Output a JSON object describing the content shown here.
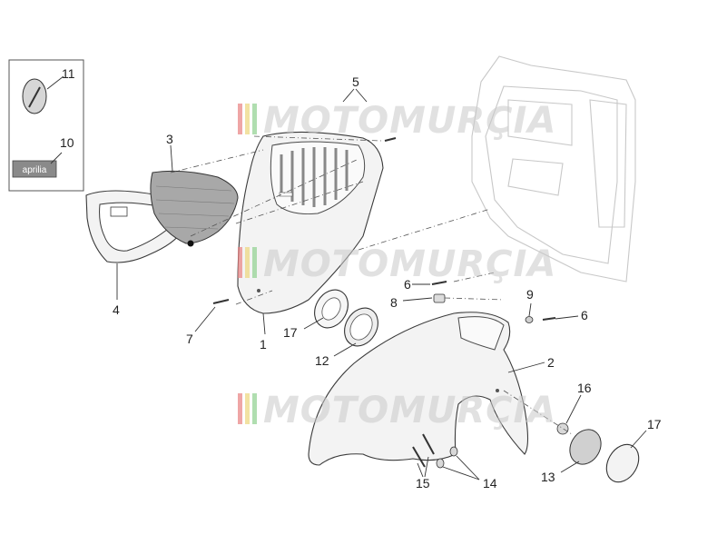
{
  "callouts": {
    "c1": "1",
    "c2": "2",
    "c3": "3",
    "c4": "4",
    "c5": "5",
    "c6a": "6",
    "c6b": "6",
    "c7": "7",
    "c8": "8",
    "c9": "9",
    "c10": "10",
    "c11": "11",
    "c12": "12",
    "c13": "13",
    "c14": "14",
    "c15": "15",
    "c16": "16",
    "c17a": "17",
    "c17b": "17"
  },
  "badge": {
    "label": "aprilia"
  },
  "watermark": {
    "text": "MOTOMURÇIA"
  },
  "colors": {
    "stripe_red": "#e88080",
    "stripe_yellow": "#ecd67a",
    "stripe_green": "#8fd08f",
    "grille": "#9a9a9a"
  }
}
